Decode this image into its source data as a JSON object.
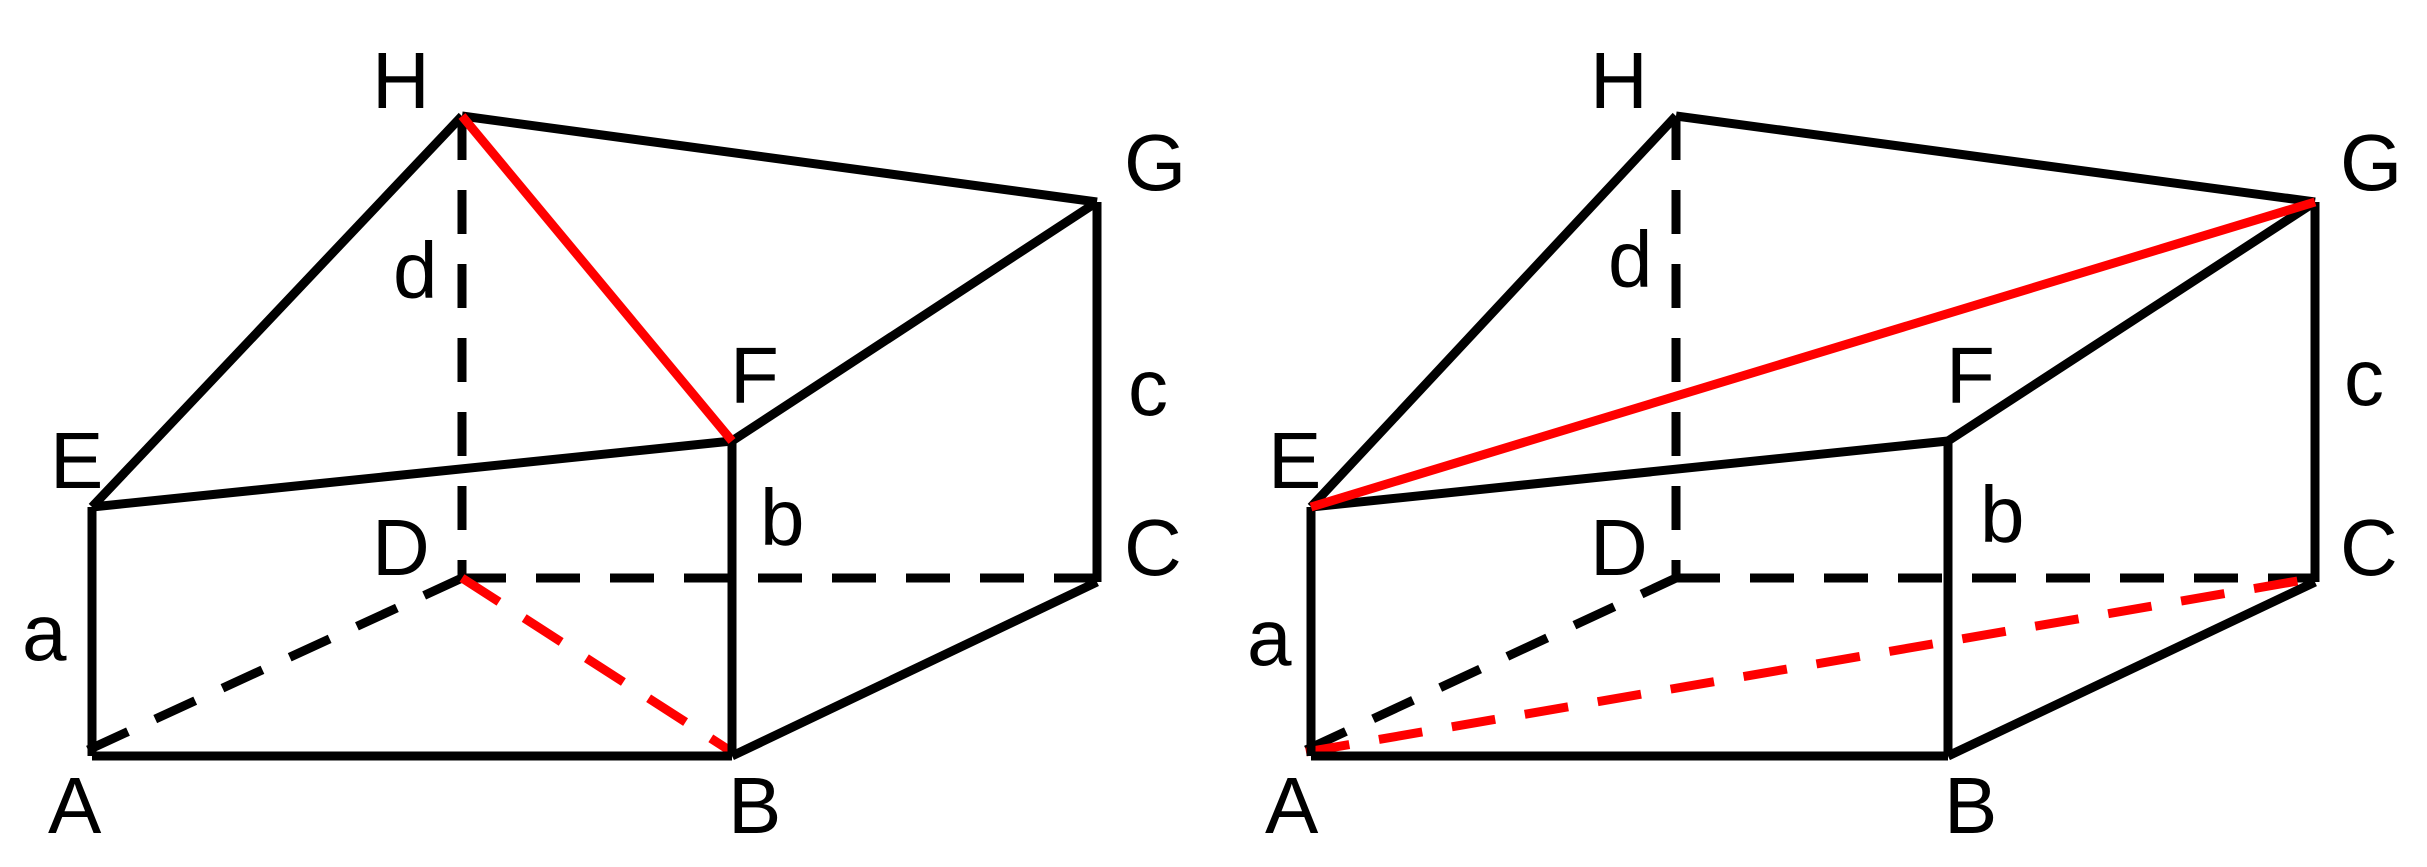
{
  "colors": {
    "edge": "#000000",
    "diagonal": "#ff0000",
    "background": "#ffffff"
  },
  "left": {
    "vertices": {
      "A": "A",
      "B": "B",
      "C": "C",
      "D": "D",
      "E": "E",
      "F": "F",
      "G": "G",
      "H": "H"
    },
    "lengths": {
      "a": "a",
      "b": "b",
      "c": "c",
      "d": "d"
    }
  },
  "right": {
    "vertices": {
      "A": "A",
      "B": "B",
      "C": "C",
      "D": "D",
      "E": "E",
      "F": "F",
      "G": "G",
      "H": "H"
    },
    "lengths": {
      "a": "a",
      "b": "b",
      "c": "c",
      "d": "d"
    }
  }
}
